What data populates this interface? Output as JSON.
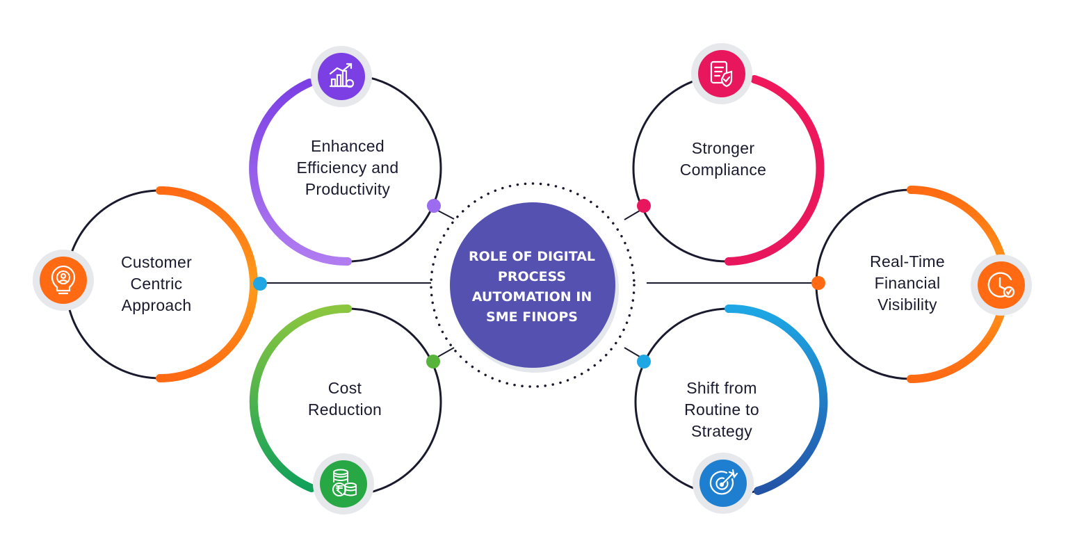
{
  "center": {
    "title_lines": [
      "ROLE OF DIGITAL",
      "PROCESS",
      "AUTOMATION IN",
      "SME FINOPS"
    ]
  },
  "items": [
    {
      "key": "efficiency",
      "lines": [
        "Enhanced",
        "Efficiency and",
        "Productivity"
      ],
      "icon": "growth-chart-gear-icon",
      "colors": [
        "#7b3fe4",
        "#b07cf0"
      ]
    },
    {
      "key": "compliance",
      "lines": [
        "Stronger",
        "Compliance"
      ],
      "icon": "document-shield-icon",
      "colors": [
        "#e8175d",
        "#f01f6e"
      ]
    },
    {
      "key": "customer",
      "lines": [
        "Customer",
        "Centric",
        "Approach"
      ],
      "icon": "lightbulb-gear-person-icon",
      "colors": [
        "#ff6a13",
        "#ff9b1a"
      ]
    },
    {
      "key": "realtime",
      "lines": [
        "Real-Time",
        "Financial",
        "Visibility"
      ],
      "icon": "clock-check-icon",
      "colors": [
        "#ff6a13",
        "#ff9b1a"
      ]
    },
    {
      "key": "cost",
      "lines": [
        "Cost",
        "Reduction"
      ],
      "icon": "rupee-coins-icon",
      "colors": [
        "#11a05a",
        "#8cc63f"
      ]
    },
    {
      "key": "strategy",
      "lines": [
        "Shift from",
        "Routine to",
        "Strategy"
      ],
      "icon": "target-arrow-icon",
      "colors": [
        "#1ea7e4",
        "#2453a6"
      ]
    }
  ]
}
